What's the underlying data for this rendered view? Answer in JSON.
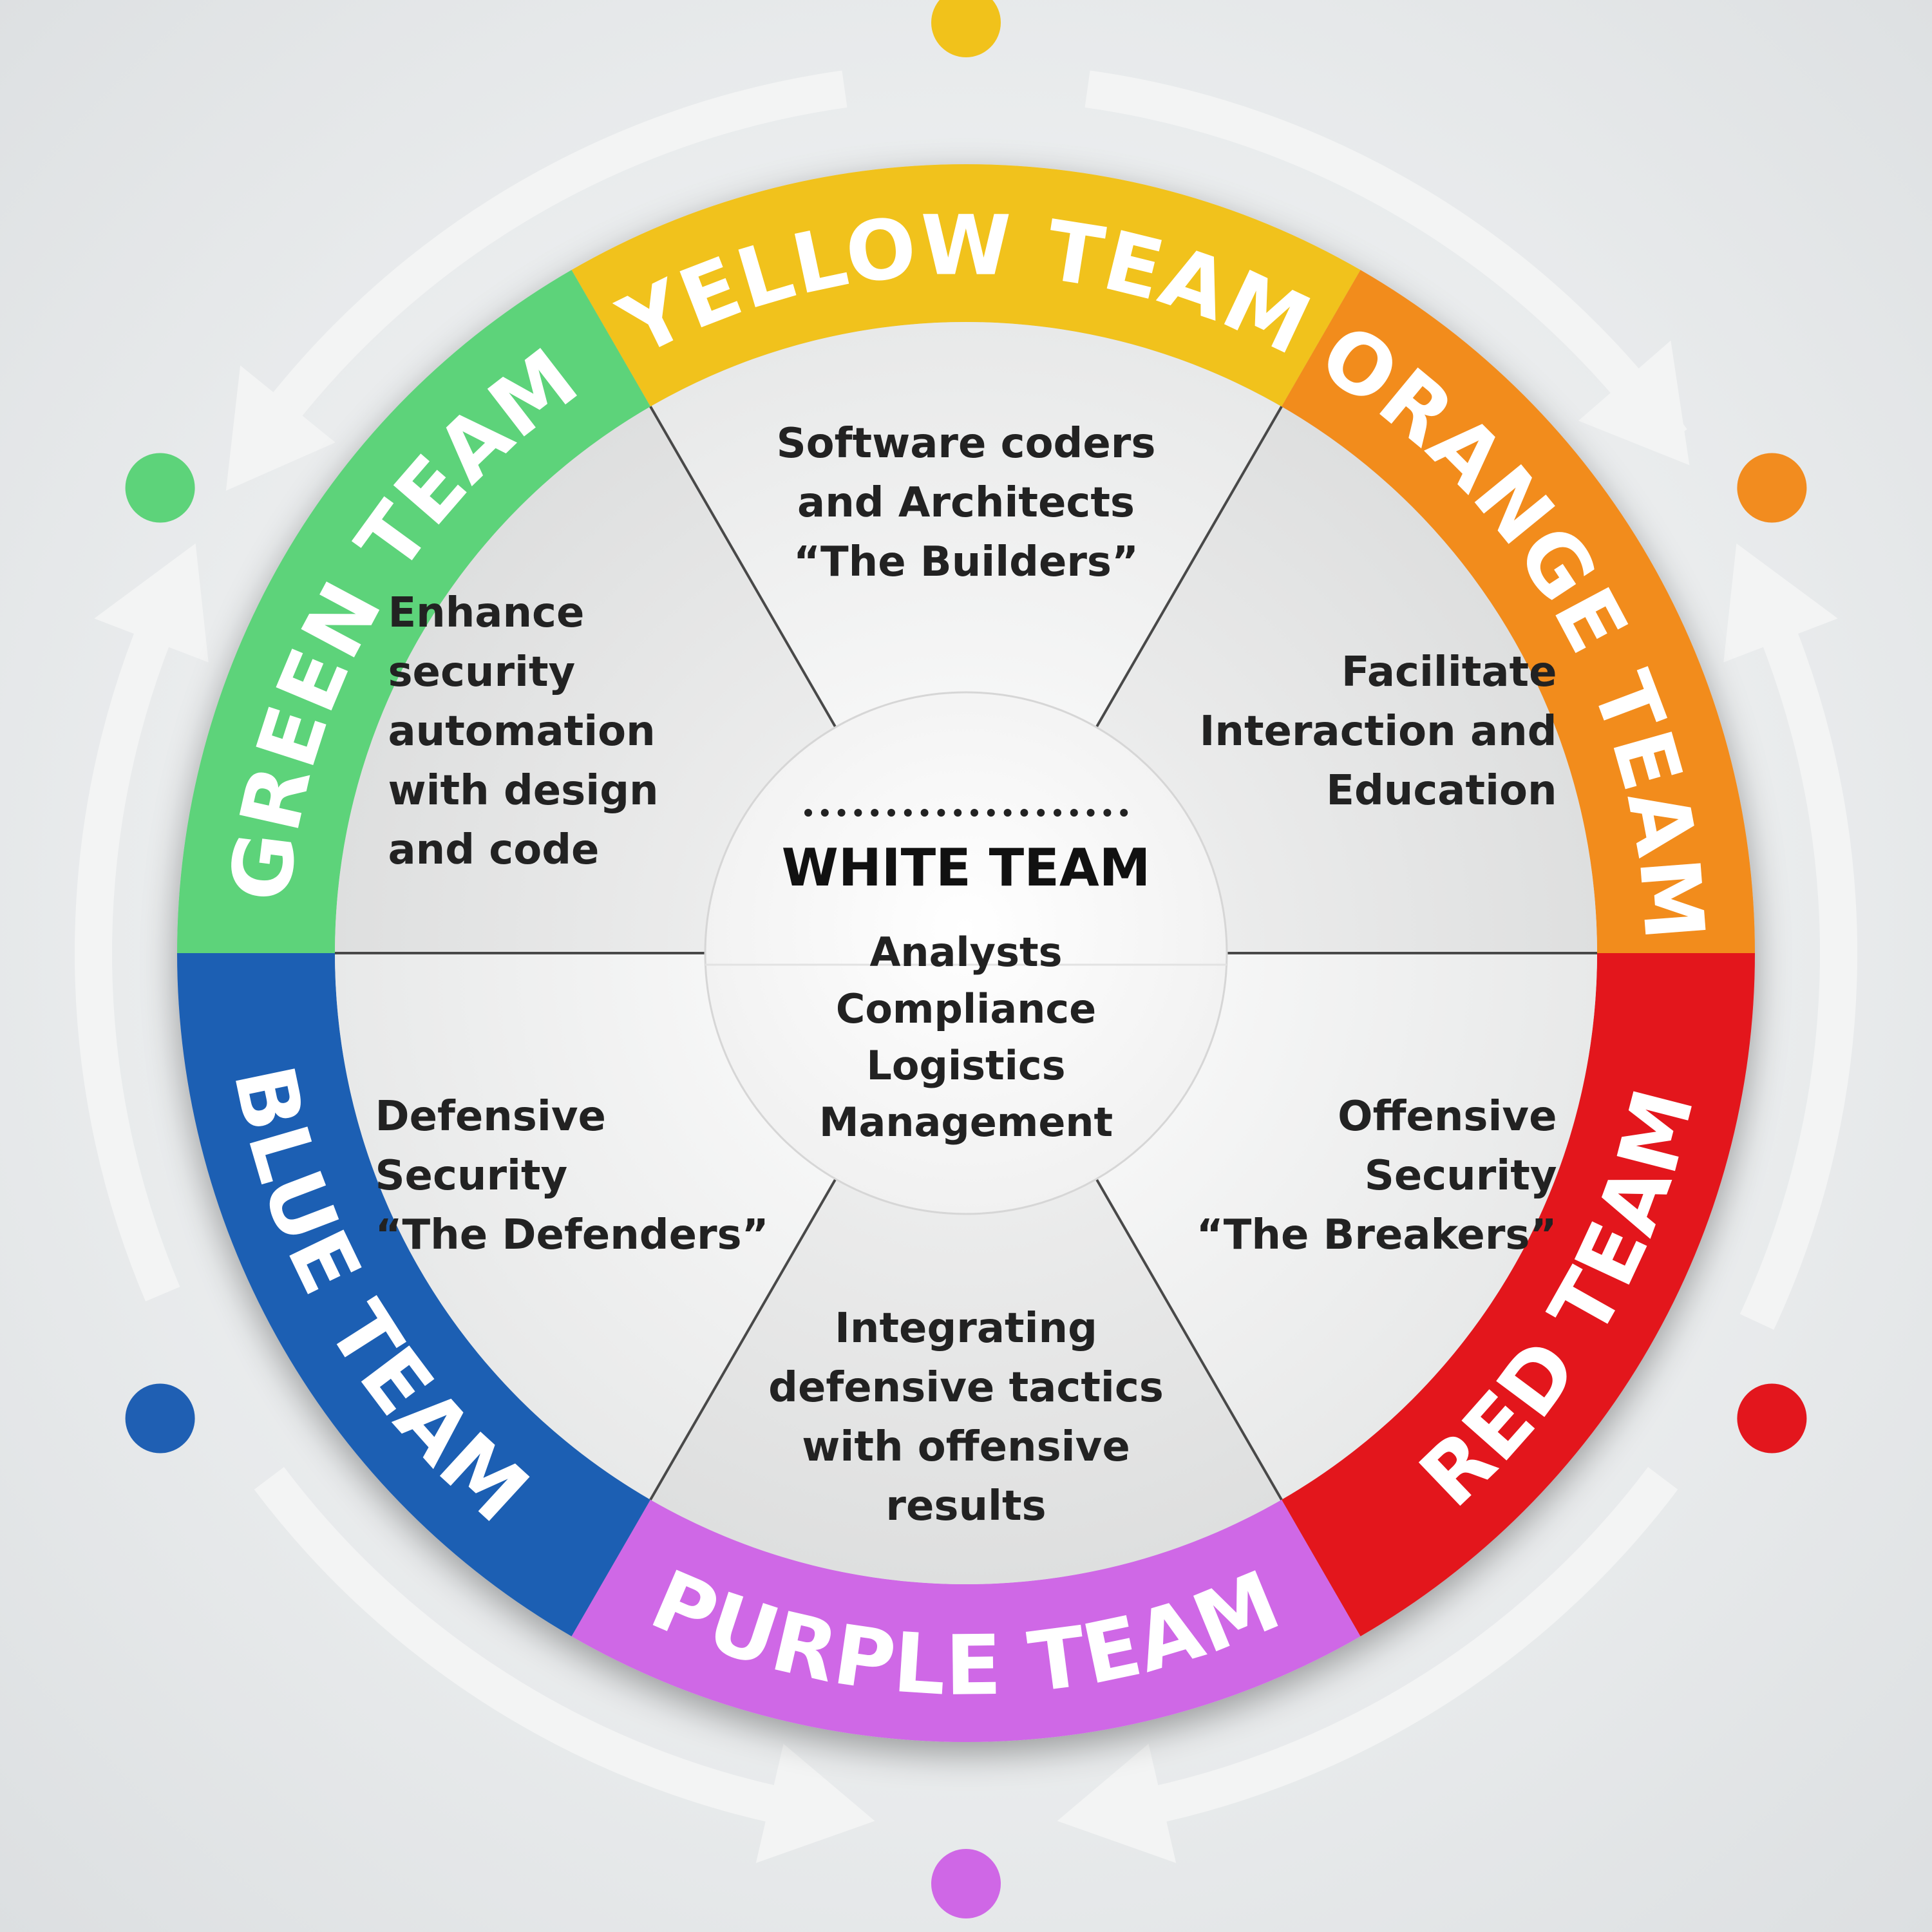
{
  "colors": {
    "yellow": "#f1c21b",
    "orange": "#f28c1f",
    "red": "#e3161d",
    "purple": "#cf67e6",
    "blue": "#1f5fb3",
    "green": "#5dd37a",
    "cycle_arrow": "#f3f4f4"
  },
  "teams": [
    {
      "id": "yellow",
      "name": "YELLOW TEAM",
      "desc": [
        "Software coders",
        "and Architects",
        "“The Builders”"
      ]
    },
    {
      "id": "orange",
      "name": "ORANGE TEAM",
      "desc": [
        "Facilitate",
        "Interaction and",
        "Education"
      ]
    },
    {
      "id": "red",
      "name": "RED TEAM",
      "desc": [
        "Offensive",
        "Security",
        "“The Breakers”"
      ]
    },
    {
      "id": "purple",
      "name": "PURPLE TEAM",
      "desc": [
        "Integrating",
        "defensive tactics",
        "with offensive",
        "results"
      ]
    },
    {
      "id": "blue",
      "name": "BLUE TEAM",
      "desc": [
        "Defensive",
        "Security",
        "“The Defenders”"
      ]
    },
    {
      "id": "green",
      "name": "GREEN TEAM",
      "desc": [
        "Enhance",
        "security",
        "automation",
        "with design",
        "and code"
      ]
    }
  ],
  "white_team": {
    "title": "WHITE TEAM",
    "items": [
      "Analysts",
      "Compliance",
      "Logistics",
      "Management"
    ]
  }
}
